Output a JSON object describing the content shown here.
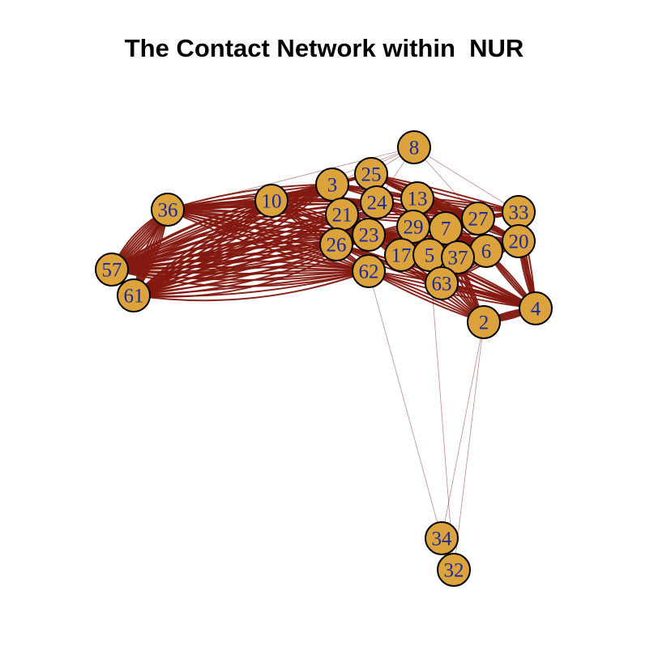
{
  "title": "The Contact Network within  NUR",
  "colors": {
    "node_fill": "#dca33c",
    "node_stroke": "#000000",
    "edge": "#82180f",
    "label": "#1a2a9a"
  },
  "nodes": [
    {
      "id": "8"
    },
    {
      "id": "25"
    },
    {
      "id": "3"
    },
    {
      "id": "10"
    },
    {
      "id": "36"
    },
    {
      "id": "24"
    },
    {
      "id": "13"
    },
    {
      "id": "21"
    },
    {
      "id": "26"
    },
    {
      "id": "23"
    },
    {
      "id": "29"
    },
    {
      "id": "17"
    },
    {
      "id": "7"
    },
    {
      "id": "5"
    },
    {
      "id": "27"
    },
    {
      "id": "33"
    },
    {
      "id": "20"
    },
    {
      "id": "6"
    },
    {
      "id": "37"
    },
    {
      "id": "63"
    },
    {
      "id": "62"
    },
    {
      "id": "57"
    },
    {
      "id": "61"
    },
    {
      "id": "2"
    },
    {
      "id": "4"
    },
    {
      "id": "34"
    },
    {
      "id": "32"
    }
  ],
  "edges": [
    [
      "36",
      "57",
      8
    ],
    [
      "36",
      "61",
      6
    ],
    [
      "57",
      "61",
      5
    ],
    [
      "36",
      "23",
      6
    ],
    [
      "36",
      "24",
      5
    ],
    [
      "36",
      "62",
      4
    ],
    [
      "36",
      "3",
      4
    ],
    [
      "36",
      "10",
      3
    ],
    [
      "57",
      "23",
      8
    ],
    [
      "57",
      "62",
      6
    ],
    [
      "57",
      "10",
      5
    ],
    [
      "57",
      "3",
      5
    ],
    [
      "57",
      "24",
      5
    ],
    [
      "57",
      "26",
      5
    ],
    [
      "61",
      "23",
      8
    ],
    [
      "61",
      "62",
      6
    ],
    [
      "61",
      "3",
      5
    ],
    [
      "61",
      "10",
      4
    ],
    [
      "61",
      "21",
      5
    ],
    [
      "10",
      "3",
      4
    ],
    [
      "10",
      "23",
      4
    ],
    [
      "10",
      "62",
      3
    ],
    [
      "10",
      "24",
      3
    ],
    [
      "3",
      "25",
      3
    ],
    [
      "3",
      "23",
      4
    ],
    [
      "3",
      "13",
      3
    ],
    [
      "3",
      "27",
      3
    ],
    [
      "25",
      "13",
      3
    ],
    [
      "25",
      "27",
      3
    ],
    [
      "25",
      "33",
      2
    ],
    [
      "24",
      "27",
      3
    ],
    [
      "24",
      "6",
      3
    ],
    [
      "13",
      "27",
      4
    ],
    [
      "13",
      "33",
      3
    ],
    [
      "13",
      "20",
      3
    ],
    [
      "13",
      "6",
      3
    ],
    [
      "21",
      "27",
      4
    ],
    [
      "23",
      "27",
      5
    ],
    [
      "23",
      "6",
      5
    ],
    [
      "23",
      "20",
      4
    ],
    [
      "26",
      "63",
      4
    ],
    [
      "23",
      "37",
      4
    ],
    [
      "29",
      "27",
      4
    ],
    [
      "17",
      "27",
      4
    ],
    [
      "7",
      "6",
      4
    ],
    [
      "5",
      "6",
      4
    ],
    [
      "37",
      "20",
      4
    ],
    [
      "63",
      "20",
      4
    ],
    [
      "27",
      "33",
      4
    ],
    [
      "27",
      "20",
      4
    ],
    [
      "62",
      "2",
      3
    ],
    [
      "62",
      "4",
      3
    ],
    [
      "5",
      "2",
      3
    ],
    [
      "5",
      "4",
      3
    ],
    [
      "37",
      "2",
      3
    ],
    [
      "63",
      "4",
      3
    ],
    [
      "6",
      "4",
      4
    ],
    [
      "20",
      "4",
      4
    ],
    [
      "33",
      "4",
      3
    ],
    [
      "2",
      "4",
      6
    ],
    [
      "23",
      "2",
      3
    ],
    [
      "23",
      "4",
      3
    ],
    [
      "26",
      "4",
      2
    ],
    [
      "13",
      "2",
      2
    ],
    [
      "8",
      "3",
      1
    ],
    [
      "8",
      "25",
      1
    ],
    [
      "8",
      "24",
      1
    ],
    [
      "8",
      "10",
      1
    ],
    [
      "8",
      "27",
      1
    ],
    [
      "8",
      "36",
      1
    ],
    [
      "8",
      "33",
      1
    ],
    [
      "34",
      "62",
      1
    ],
    [
      "34",
      "2",
      1
    ],
    [
      "32",
      "2",
      1
    ],
    [
      "32",
      "5",
      1
    ]
  ]
}
